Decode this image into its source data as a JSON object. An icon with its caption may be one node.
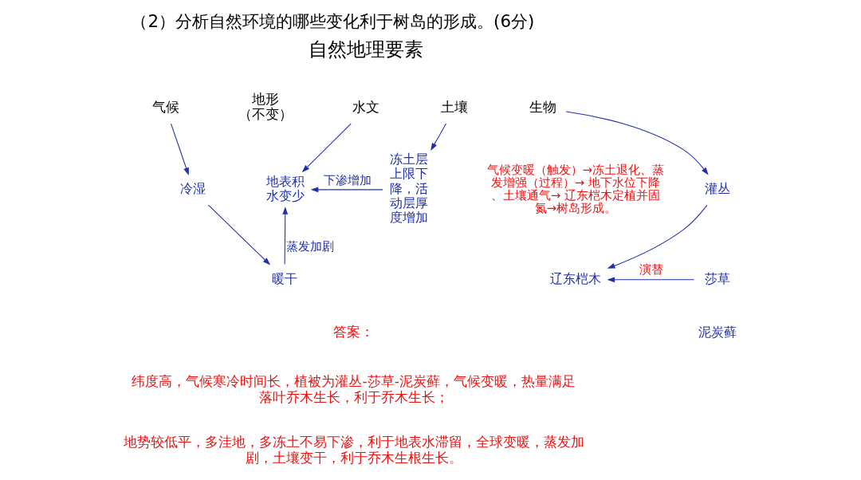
{
  "diagram": {
    "title": "（2）分析自然环境的哪些变化利于树岛的形成。(6分)",
    "nodes": [
      {
        "text": [
          "自然地理要素"
        ]
      },
      {
        "text": [
          "气候"
        ]
      },
      {
        "text": [
          "地形"
        ],
        "beside": [
          "（不变）"
        ]
      },
      {
        "text": [
          "水文"
        ]
      },
      {
        "text": [
          "土壤"
        ]
      },
      {
        "text": [
          "生物"
        ]
      },
      {
        "text": [
          "冷湿"
        ]
      },
      {
        "text": [
          "暖干"
        ]
      },
      {
        "text": [
          "地表积水变少"
        ]
      },
      {
        "text": [
          "冻土层上限下降，活动层厚度增加"
        ]
      },
      {
        "text": [
          "灌丛"
        ]
      },
      {
        "text": [
          "莎草"
        ]
      },
      {
        "text": [
          "泥炭藓"
        ]
      },
      {
        "text": [
          "辽东桤木"
        ]
      }
    ],
    "edges": [
      {
        "from": 1,
        "to": 6,
        "arrow": "to"
      },
      {
        "from": 6,
        "to": 7,
        "arrow": "to"
      },
      {
        "from": 3,
        "to": 8,
        "arrow": "to"
      },
      {
        "from": 4,
        "to": 9,
        "arrow": "to"
      },
      {
        "from": 5,
        "to": 10,
        "arrow": "to"
      },
      {
        "from": 7,
        "to": 8,
        "arrow": "to",
        "label": "蒸发加剧"
      },
      {
        "from": 9,
        "to": 8,
        "arrow": "to",
        "label": "下渗增加"
      },
      {
        "from": 10,
        "to": 13,
        "arrow": "to"
      },
      {
        "from": 11,
        "to": 13,
        "arrow": "to",
        "label": "演替"
      }
    ],
    "labels": [
      "气候变暖（触发）→冻土退化、蒸发增强（过程）→ 地下水位下降、土壤通气→ 辽东桤木定植并固氮→树岛形成。",
      "答案：",
      "纬度高，气候寒冷时间长，植被为灌丛-莎草-泥炭藓，气候变暖，热量满足落叶乔木生长，利于乔木生长；",
      "地势较低平，多洼地，多冻土不易下渗，利于地表水滞留，全球变暖，蒸发加剧，土壤变干，利于乔木生根生长。"
    ]
  }
}
